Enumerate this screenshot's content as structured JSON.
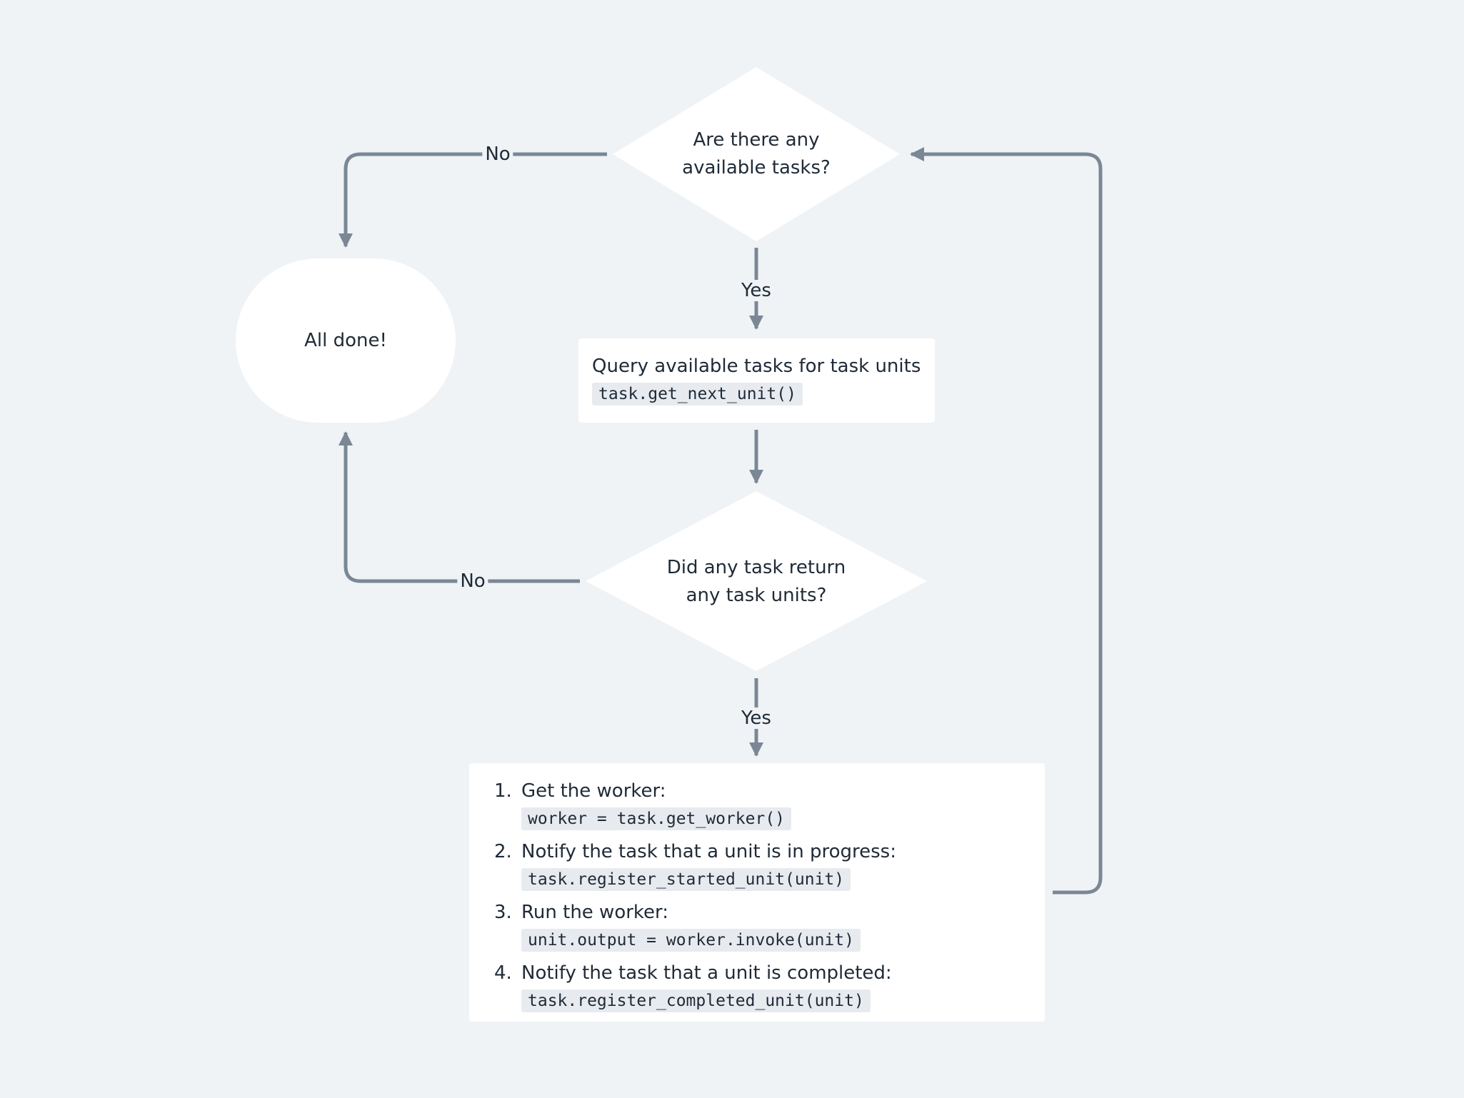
{
  "colors": {
    "background": "#eff3f6",
    "node_fill": "#ffffff",
    "edge": "#7b8795",
    "code_bg": "#e7ebef",
    "text": "#1f2a37"
  },
  "nodes": {
    "decision_available": {
      "line1": "Are there any",
      "line2": "available tasks?"
    },
    "terminal_done": {
      "label": "All done!"
    },
    "query_box": {
      "title": "Query available tasks for task units",
      "code": "task.get_next_unit()"
    },
    "decision_returned": {
      "line1": "Did any task return",
      "line2": "any task units?"
    },
    "steps_box": {
      "steps": [
        {
          "num": "1.",
          "text": "Get the worker:",
          "code": "worker = task.get_worker()"
        },
        {
          "num": "2.",
          "text": "Notify the task that a unit is in progress:",
          "code": "task.register_started_unit(unit)"
        },
        {
          "num": "3.",
          "text": "Run the worker:",
          "code": "unit.output = worker.invoke(unit)"
        },
        {
          "num": "4.",
          "text": "Notify the task that a unit is completed:",
          "code": "task.register_completed_unit(unit)"
        }
      ]
    }
  },
  "edges": {
    "no_top": "No",
    "yes_top": "Yes",
    "no_bottom": "No",
    "yes_bottom": "Yes"
  }
}
